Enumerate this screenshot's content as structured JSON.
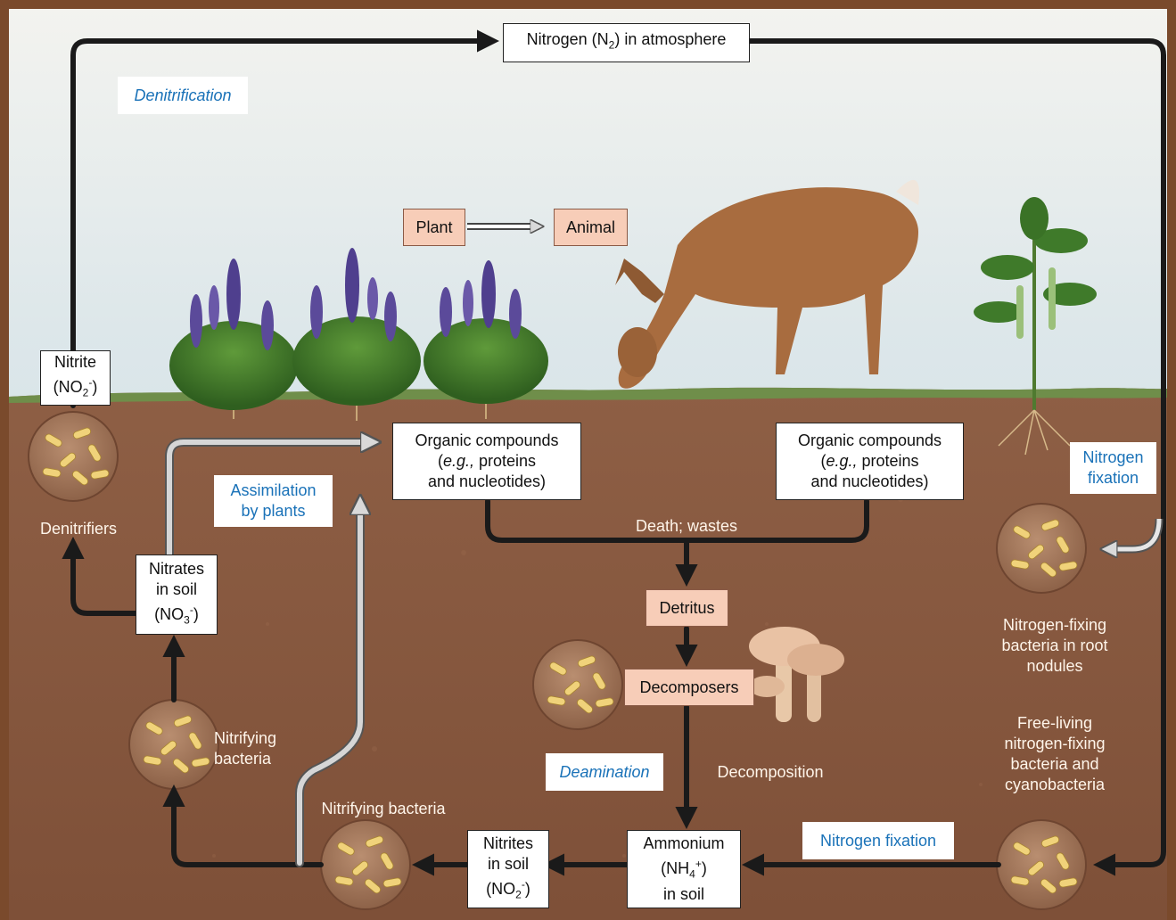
{
  "atmosphere": {
    "label": "Nitrogen (N",
    "sub": "2",
    "tail": ") in atmosphere"
  },
  "food_chain": {
    "plant": "Plant",
    "animal": "Animal"
  },
  "processes": {
    "denitrification": "Denitrification",
    "assimilation": "Assimilation\nby plants",
    "nitrogen_fixation_root": "Nitrogen\nfixation",
    "deamination": "Deamination",
    "nitrogen_fixation_bottom": "Nitrogen fixation"
  },
  "boxes": {
    "nitrite_top": {
      "line1": "Nitrite",
      "line2a": "(NO",
      "sub": "2",
      "sup": "-",
      "line2b": ")"
    },
    "organic_left": {
      "line1": "Organic compounds",
      "eg": "e.g.,",
      "line2": " proteins",
      "line3": "and nucleotides)"
    },
    "organic_right": {
      "line1": "Organic compounds",
      "eg": "e.g.,",
      "line2": " proteins",
      "line3": "and nucleotides)"
    },
    "nitrates": {
      "line1": "Nitrates",
      "line2": "in soil",
      "line3a": "(NO",
      "sub": "3",
      "sup": "-",
      "line3b": ")"
    },
    "detritus": "Detritus",
    "decomposers": "Decomposers",
    "nitrites_soil": {
      "line1": "Nitrites",
      "line2": "in soil",
      "line3a": "(NO",
      "sub": "2",
      "sup": "-",
      "line3b": ")"
    },
    "ammonium": {
      "line1a": "Ammonium",
      "line2a": "(NH",
      "sub": "4",
      "sup": "+",
      "line2b": ")",
      "line3": "in soil"
    }
  },
  "labels": {
    "denitrifiers": "Denitrifiers",
    "death_wastes": "Death; wastes",
    "nitrifying_bacteria_left": "Nitrifying\nbacteria",
    "nitrifying_bacteria_bottom": "Nitrifying bacteria",
    "decomposition": "Decomposition",
    "root_nodule_bacteria": "Nitrogen-fixing\nbacteria in root\nnodules",
    "free_living": "Free-living\nnitrogen-fixing\nbacteria and\ncyanobacteria"
  },
  "colors": {
    "sky": "#c9dde4",
    "soil": "#8a5a40",
    "frame": "#7a4a2c",
    "arrow": "#1a1a1a",
    "assimilation_arrow": "#c8c8c8",
    "process_text": "#1a72b8",
    "box_pink": "#f7cdb8"
  }
}
